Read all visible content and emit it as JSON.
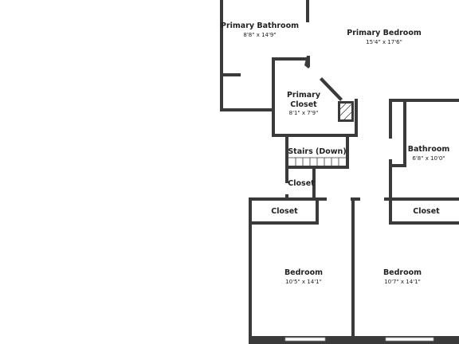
{
  "colors": {
    "wall": "#3a3a3a",
    "background": "#ffffff",
    "text": "#222222"
  },
  "rooms": {
    "primary_bathroom": {
      "name": "Primary Bathroom",
      "dims": "8'8\" x 14'9\""
    },
    "primary_bedroom": {
      "name": "Primary Bedroom",
      "dims": "15'4\" x 17'6\""
    },
    "primary_closet": {
      "name_line1": "Primary",
      "name_line2": "Closet",
      "dims": "8'1\" x 7'9\""
    },
    "stairs": {
      "name": "Stairs (Down)"
    },
    "bathroom": {
      "name": "Bathroom",
      "dims": "6'8\" x 10'0\""
    },
    "hall_closet": {
      "name": "Closet"
    },
    "left_closet": {
      "name": "Closet"
    },
    "right_closet": {
      "name": "Closet"
    },
    "bedroom_left": {
      "name": "Bedroom",
      "dims": "10'5\" x 14'1\""
    },
    "bedroom_right": {
      "name": "Bedroom",
      "dims": "10'7\" x 14'1\""
    }
  }
}
